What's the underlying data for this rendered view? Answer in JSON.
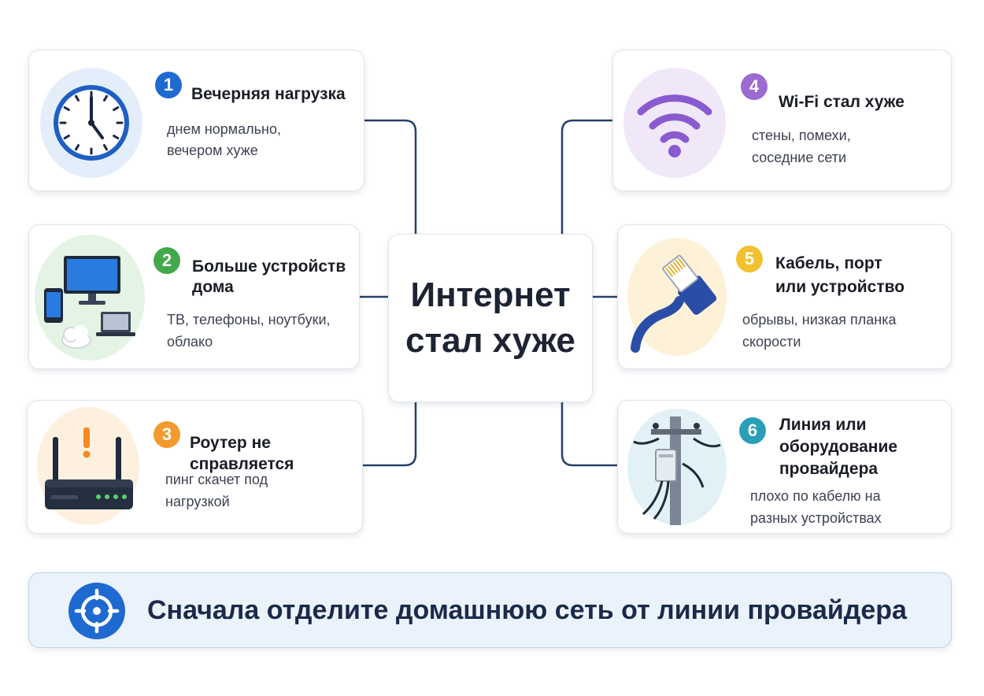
{
  "center": {
    "title_line1": "Интернет",
    "title_line2": "стал хуже"
  },
  "causes": [
    {
      "number": "1",
      "title": "Вечерняя нагрузка",
      "desc_line1": "днем нормально,",
      "desc_line2": "вечером хуже",
      "icon": "clock-icon",
      "color": "#1f6ad1"
    },
    {
      "number": "2",
      "title_line1": "Больше устройств",
      "title_line2": "дома",
      "desc_line1": "ТВ, телефоны, ноутбуки,",
      "desc_line2": "облако",
      "icon": "devices-icon",
      "color": "#43a84a"
    },
    {
      "number": "3",
      "title": "Роутер не справляется",
      "desc_line1": "пинг скачет под",
      "desc_line2": "нагрузкой",
      "icon": "router-warning-icon",
      "color": "#f29a2e"
    },
    {
      "number": "4",
      "title": "Wi-Fi стал хуже",
      "desc_line1": "стены, помехи,",
      "desc_line2": "соседние сети",
      "icon": "wifi-icon",
      "color": "#9b6bd1"
    },
    {
      "number": "5",
      "title_line1": "Кабель, порт",
      "title_line2": "или устройство",
      "desc_line1": "обрывы, низкая планка",
      "desc_line2": "скорости",
      "icon": "ethernet-cable-icon",
      "color": "#f2c12e"
    },
    {
      "number": "6",
      "title_line1": "Линия или",
      "title_line2": "оборудование",
      "title_line3": "провайдера",
      "desc_line1": "плохо по кабелю на",
      "desc_line2": "разных устройствах",
      "icon": "utility-pole-icon",
      "color": "#2a9fb8"
    }
  ],
  "banner": {
    "text": "Сначала отделите домашнюю сеть от линии провайдера",
    "icon": "target-icon"
  },
  "colors": {
    "connector": "#27406b",
    "banner_bg": "#eaf2fb",
    "accent_blue": "#1f6ad1"
  }
}
